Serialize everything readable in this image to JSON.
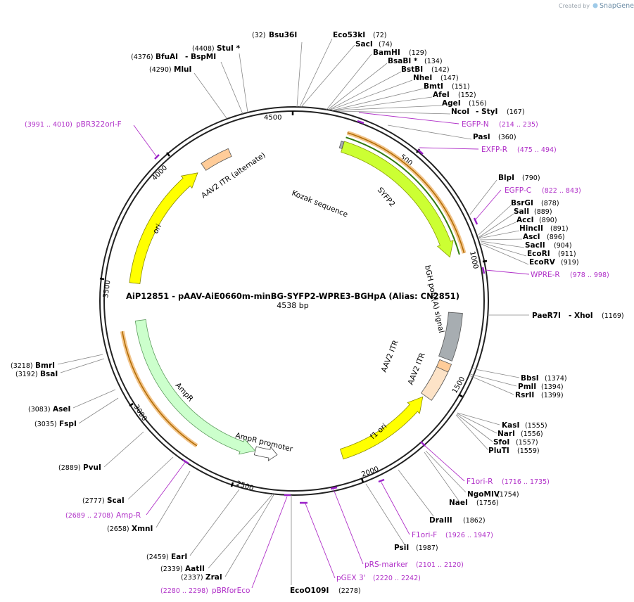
{
  "watermark": {
    "prefix": "Created by",
    "brand": "SnapGene"
  },
  "plasmid": {
    "title": "AiP12851 - pAAV-AiE0660m-minBG-SYFP2-WPRE3-BGHpA (Alias: CN2851)",
    "length_label": "4538 bp",
    "length": 4538
  },
  "ticks": [
    "500",
    "1000",
    "1500",
    "2000",
    "2500",
    "3000",
    "3500",
    "4000",
    "4500"
  ],
  "features": [
    {
      "label": "SYFP2",
      "start": 213,
      "end": 929,
      "direction": 1,
      "color": "#ccff33",
      "stroke": "#8aa000"
    },
    {
      "label": "bGH poly(A) signal",
      "start": 1180,
      "end": 1390,
      "direction": 0,
      "color": "#a7adb1",
      "stroke": "#555"
    },
    {
      "label": "AAV2 ITR",
      "start": 1404,
      "end": 1533,
      "direction": 0,
      "color": "#ffcc99",
      "stroke": "#555"
    },
    {
      "label": "AAV2 ITR",
      "start": 1440,
      "end": 1580,
      "direction": 0,
      "color": "#fde3c7",
      "stroke": "#555"
    },
    {
      "label": "f1 ori",
      "start": 1590,
      "end": 2044,
      "direction": -1,
      "color": "#ffff00",
      "stroke": "#8a8a00"
    },
    {
      "label": "AmpR promoter",
      "start": 2341,
      "end": 2445,
      "direction": -1,
      "color": "#ffffff",
      "stroke": "#444"
    },
    {
      "label": "AmpR",
      "start": 2446,
      "end": 3306,
      "direction": -1,
      "color": "#ccffcc",
      "stroke": "#5a9a5a"
    },
    {
      "label": "ori",
      "start": 3477,
      "end": 4065,
      "direction": 1,
      "color": "#ffff00",
      "stroke": "#8a8a00"
    },
    {
      "label": "AAV2 ITR (alternate)",
      "start": 4102,
      "end": 4236,
      "direction": 0,
      "color": "#ffcc99",
      "stroke": "#555"
    },
    {
      "label": "Kozak sequence",
      "start": 200,
      "end": 212,
      "direction": 0,
      "color": "#a7adb1",
      "stroke": "#555"
    }
  ],
  "sites_right": [
    {
      "name": "Bsu36I",
      "pos": "(32)"
    },
    {
      "name": "Eco53kI",
      "pos": "(72)"
    },
    {
      "name": "SacI",
      "pos": "(74)"
    },
    {
      "name": "BamHI",
      "pos": "(129)"
    },
    {
      "name": "BsaBI *",
      "pos": "(134)"
    },
    {
      "name": "BstBI",
      "pos": "(142)"
    },
    {
      "name": "NheI",
      "pos": "(147)"
    },
    {
      "name": "BmtI",
      "pos": "(151)"
    },
    {
      "name": "AfeI",
      "pos": "(152)"
    },
    {
      "name": "AgeI",
      "pos": "(156)"
    },
    {
      "name": "NcoI",
      "extra": "- StyI",
      "pos": "(167)"
    },
    {
      "name": "PasI",
      "pos": "(360)"
    },
    {
      "name": "BlpI",
      "pos": "(790)"
    },
    {
      "name": "BsrGI",
      "pos": "(878)"
    },
    {
      "name": "SalI",
      "pos": "(889)"
    },
    {
      "name": "AccI",
      "pos": "(890)"
    },
    {
      "name": "HincII",
      "pos": "(891)"
    },
    {
      "name": "AscI",
      "pos": "(896)"
    },
    {
      "name": "SacII",
      "pos": "(904)"
    },
    {
      "name": "EcoRI",
      "pos": "(911)"
    },
    {
      "name": "EcoRV",
      "pos": "(919)"
    },
    {
      "name": "PaeR7I",
      "extra": "- XhoI",
      "pos": "(1169)"
    },
    {
      "name": "BbsI",
      "pos": "(1374)"
    },
    {
      "name": "PmlI",
      "pos": "(1394)"
    },
    {
      "name": "RsrII",
      "pos": "(1399)"
    },
    {
      "name": "KasI",
      "pos": "(1555)"
    },
    {
      "name": "NarI",
      "pos": "(1556)"
    },
    {
      "name": "SfoI",
      "pos": "(1557)"
    },
    {
      "name": "PluTI",
      "pos": "(1559)"
    },
    {
      "name": "NgoMIV",
      "pos": "(1754)"
    },
    {
      "name": "NaeI",
      "pos": "(1756)"
    },
    {
      "name": "DraIII",
      "pos": "(1862)"
    },
    {
      "name": "PsiI",
      "pos": "(1987)"
    },
    {
      "name": "EcoO109I",
      "pos": "(2278)"
    }
  ],
  "sites_left": [
    {
      "name": "StuI *",
      "pos": "(4408)"
    },
    {
      "name": "BfuAI",
      "extra": "- BspMI",
      "pos": "(4376)"
    },
    {
      "name": "MluI",
      "pos": "(4290)"
    },
    {
      "name": "BmrI",
      "pos": "(3218)"
    },
    {
      "name": "BsaI",
      "pos": "(3192)"
    },
    {
      "name": "AseI",
      "pos": "(3083)"
    },
    {
      "name": "FspI",
      "pos": "(3035)"
    },
    {
      "name": "PvuI",
      "pos": "(2889)"
    },
    {
      "name": "ScaI",
      "pos": "(2777)"
    },
    {
      "name": "XmnI",
      "pos": "(2658)"
    },
    {
      "name": "EarI",
      "pos": "(2459)"
    },
    {
      "name": "AatII",
      "pos": "(2339)"
    },
    {
      "name": "ZraI",
      "pos": "(2337)"
    }
  ],
  "primers": [
    {
      "name": "EGFP-N",
      "range": "(214 .. 235)"
    },
    {
      "name": "EXFP-R",
      "range": "(475 .. 494)"
    },
    {
      "name": "EGFP-C",
      "range": "(822 .. 843)"
    },
    {
      "name": "WPRE-R",
      "range": "(978 .. 998)"
    },
    {
      "name": "F1ori-R",
      "range": "(1716 .. 1735)"
    },
    {
      "name": "F1ori-F",
      "range": "(1926 .. 1947)"
    },
    {
      "name": "pRS-marker",
      "range": "(2101 .. 2120)"
    },
    {
      "name": "pGEX 3'",
      "range": "(2220 .. 2242)"
    },
    {
      "name": "pBRforEco",
      "range": "(2280 .. 2298)"
    },
    {
      "name": "Amp-R",
      "range": "(2689 .. 2708)"
    },
    {
      "name": "pBR322ori-F",
      "range": "(3991 .. 4010)"
    }
  ]
}
